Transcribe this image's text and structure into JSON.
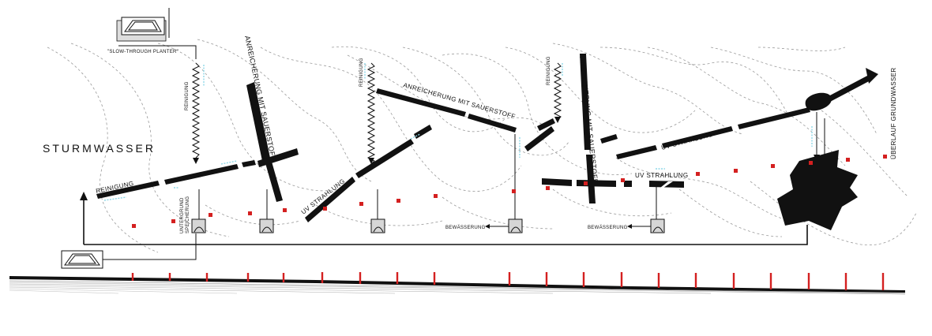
{
  "labels": {
    "main": "STURMWASSER",
    "planter": "\"SLOW-THROUGH PLANTER\"",
    "reinigung_left": "REINIGUNG",
    "reinigung_v1": "REINIGUNG",
    "reinigung_v2": "REINIGUNG",
    "reinigung_v3": "REINIGUNG",
    "untergrund": "UNTERGRUND",
    "speicherung": "SPEICHERUNG",
    "anreicherung_1": "ANREICHERUNG MIT SAUERSTOFF",
    "anreicherung_2": "ANREICHERUNG MIT SAUERSTOFF",
    "anreicherung_3": "ANREICHERUNG MIT SAUERSTOFF",
    "uv_1": "UV STRAHLUNG",
    "uv_2": "UV STRAHLUNG",
    "uv_3": "UV STRAHLUNG",
    "bewaesserung_1": "BEWÄSSERUNG",
    "bewaesserung_2": "BEWÄSSERUNG",
    "ueberlauf": "ÜBERLAUF GRUNDWASSER"
  },
  "colors": {
    "ink": "#111111",
    "marker": "#d42020",
    "contour": "#9a9a9a",
    "accent": "#8fd8e8"
  }
}
